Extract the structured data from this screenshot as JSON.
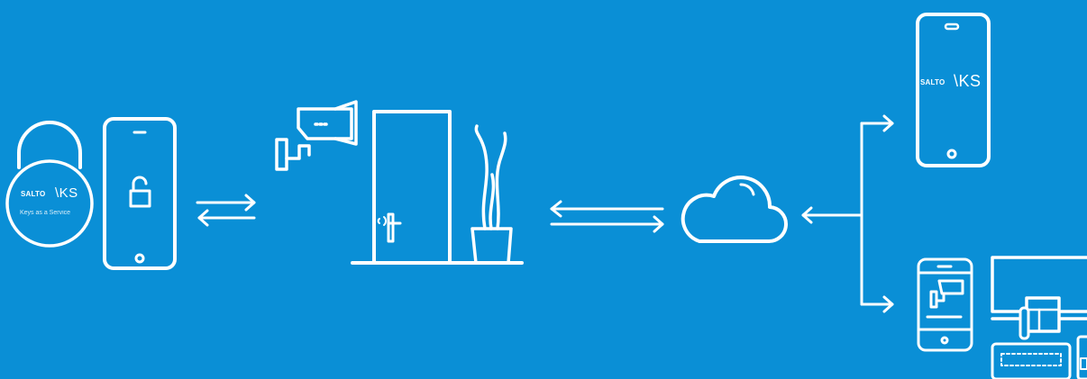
{
  "diagram": {
    "colors": {
      "background": "#0a8fd6",
      "stroke": "#ffffff"
    },
    "fob": {
      "brand": "SALTO",
      "logo_suffix": "\\KS",
      "tagline": "Keys as a Service"
    },
    "phone_top": {
      "brand": "SALTO",
      "logo_suffix": "\\KS"
    },
    "icons": [
      "padlock-icon",
      "smartphone-unlock-icon",
      "bidirectional-arrow-icon",
      "security-camera-icon",
      "door-with-smart-lock-icon",
      "plant-pot-icon",
      "cloud-icon",
      "smartphone-app-icon",
      "mobile-camera-monitoring-icon",
      "desktop-computer-icon",
      "keyboard-icon"
    ]
  }
}
